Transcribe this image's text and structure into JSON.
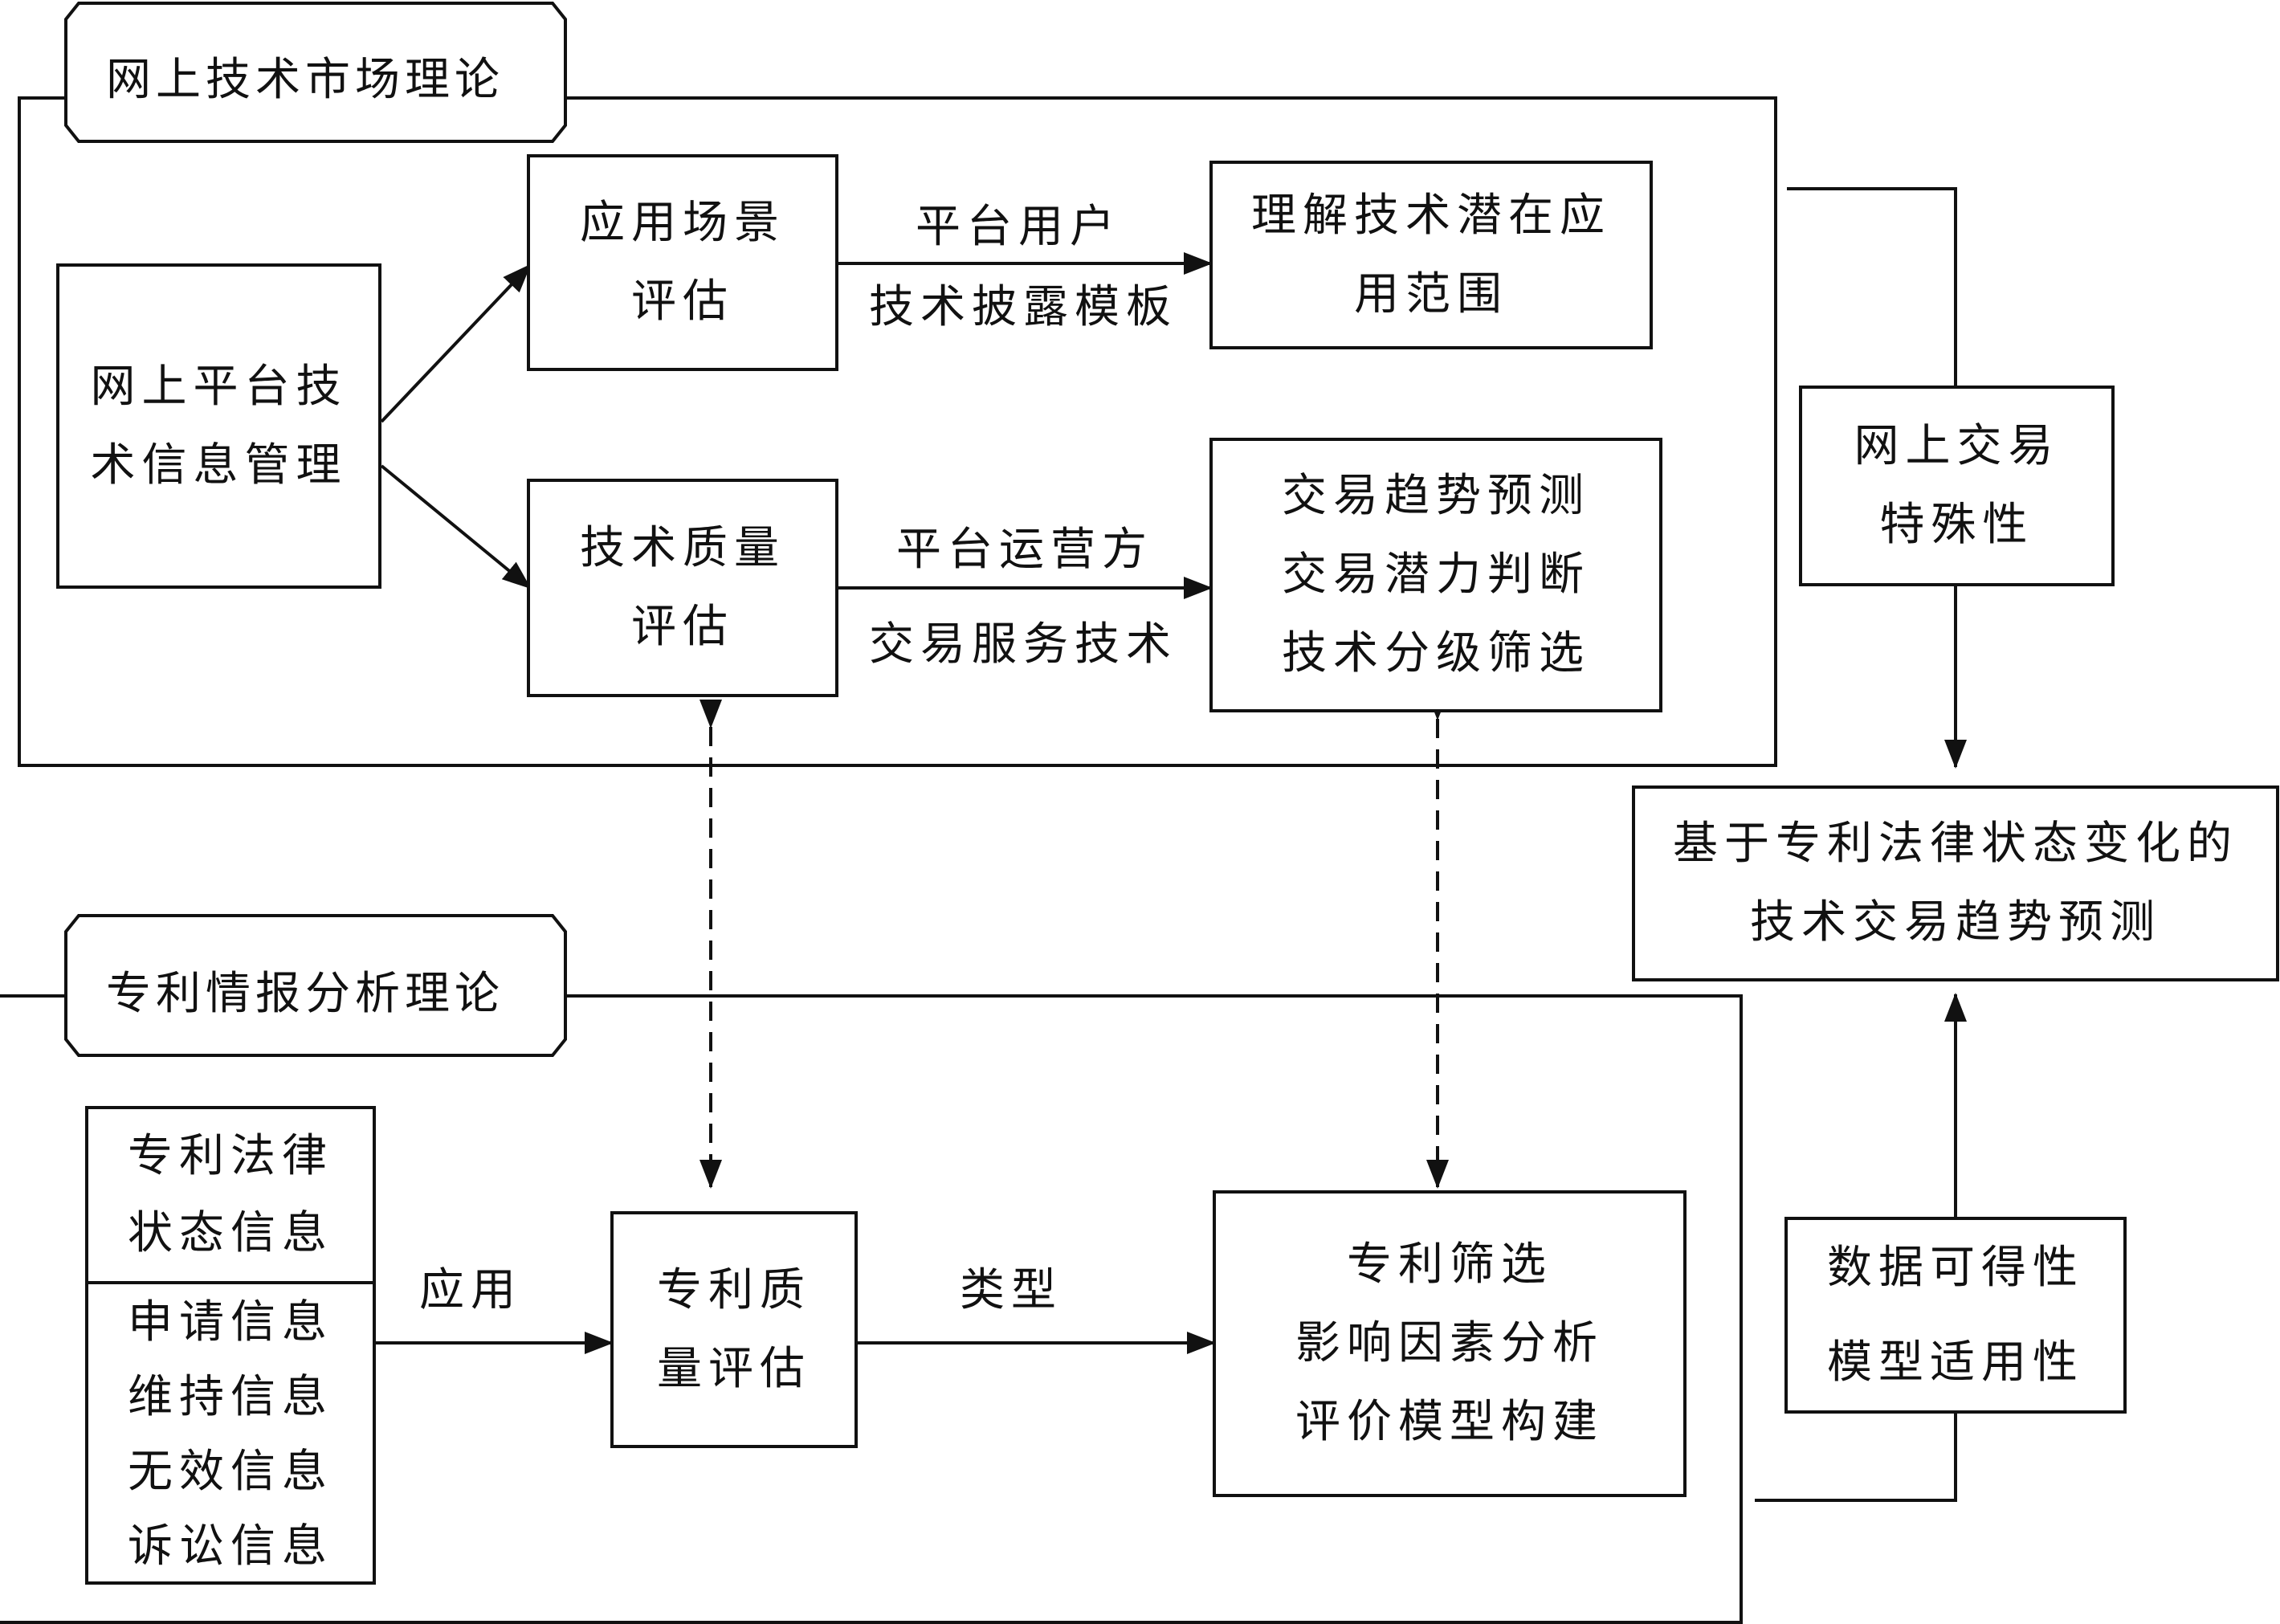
{
  "top_section": {
    "title": "网上技术市场理论",
    "source": [
      "网上平台技",
      "术信息管理"
    ],
    "scenario_eval": [
      "应用场景",
      "评估"
    ],
    "quality_eval": [
      "技术质量",
      "评估"
    ],
    "edge_upper": [
      "平台用户",
      "技术披露模板"
    ],
    "edge_lower": [
      "平台运营方",
      "交易服务技术"
    ],
    "result_upper": [
      "理解技术潜在应",
      "用范围"
    ],
    "result_lower": [
      "交易趋势预测",
      "交易潜力判断",
      "技术分级筛选"
    ]
  },
  "bottom_section": {
    "title": "专利情报分析理论",
    "legal_status": [
      "专利法律",
      "状态信息"
    ],
    "info_items": [
      "申请信息",
      "维持信息",
      "无效信息",
      "诉讼信息"
    ],
    "edge_apply": "应用",
    "patent_quality": [
      "专利质",
      "量评估"
    ],
    "edge_type": "类型",
    "patent_result": [
      "专利筛选",
      "影响因素分析",
      "评价模型构建"
    ]
  },
  "right_side": {
    "online_trading": [
      "网上交易",
      "特殊性"
    ],
    "goal": [
      "基于专利法律状态变化的",
      "技术交易趋势预测"
    ],
    "data_model": [
      "数据可得性",
      "模型适用性"
    ]
  }
}
